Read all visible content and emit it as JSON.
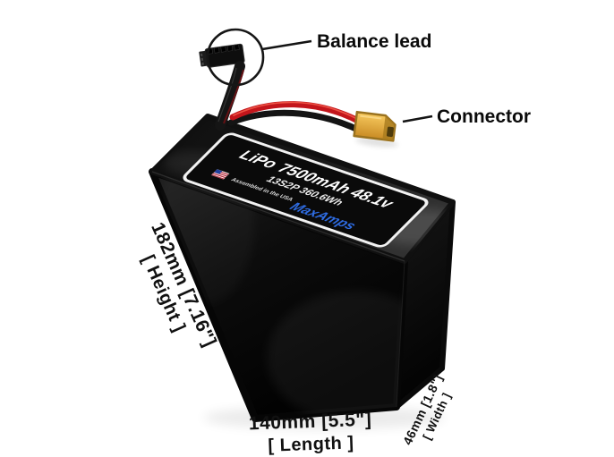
{
  "callouts": {
    "balance_lead": "Balance lead",
    "connector": "Connector"
  },
  "dimensions": {
    "height_value": "182mm [7.16\"]",
    "height_label": "[ Height ]",
    "length_value": "140mm [5.5\"]",
    "length_label": "[ Length ]",
    "width_value": "46mm [1.8\"]",
    "width_label": "[ Width ]"
  },
  "battery_label": {
    "chemistry": "LiPo",
    "capacity_voltage": "7500mAh 48.1v",
    "config_energy": "13S2P 360.6Wh",
    "assembled_note": "Assembled in the USA",
    "brand": "MaxAmps"
  },
  "colors": {
    "wire_red": "#C3151B",
    "connector_yellow": "#E2A33B",
    "brand_blue": "#2E6BE0",
    "battery_black": "#0B0B0B",
    "annotation_black": "#141414"
  }
}
